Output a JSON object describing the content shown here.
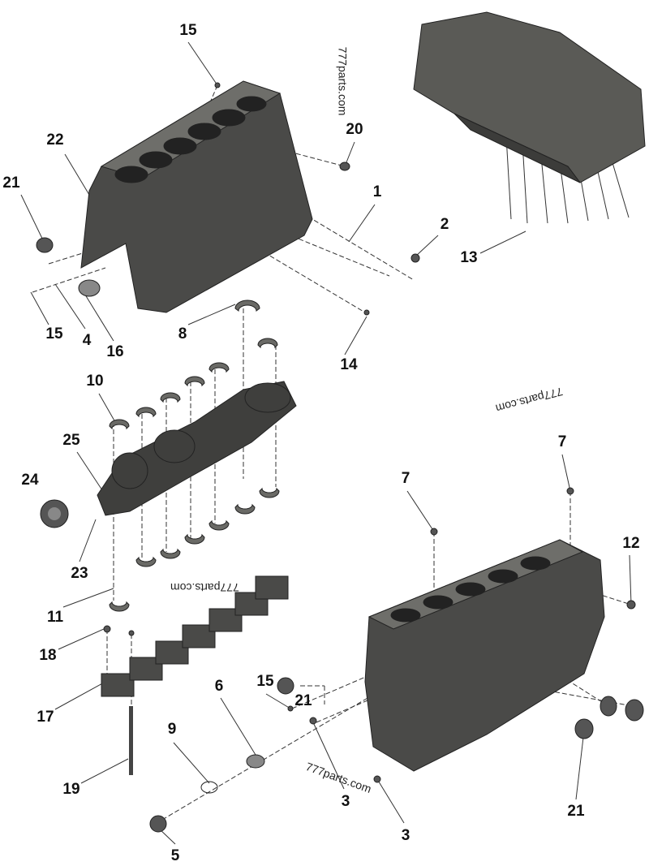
{
  "watermark": "777parts.com",
  "callouts": {
    "c15a": "15",
    "c20": "20",
    "c22": "22",
    "c1": "1",
    "c21a": "21",
    "c2": "2",
    "c13": "13",
    "c15b": "15",
    "c4": "4",
    "c16": "16",
    "c8": "8",
    "c14": "14",
    "c10": "10",
    "c7a": "7",
    "c25": "25",
    "c7b": "7",
    "c24": "24",
    "c12": "12",
    "c23": "23",
    "c11": "11",
    "c18": "18",
    "c15c": "15",
    "c21b": "21",
    "c17": "17",
    "c6": "6",
    "c9": "9",
    "c19": "19",
    "c3a": "3",
    "c3b": "3",
    "c21c": "21",
    "c5": "5"
  },
  "colors": {
    "part": "#4a4a48",
    "part_light": "#6e6e6a",
    "line": "#333333"
  }
}
